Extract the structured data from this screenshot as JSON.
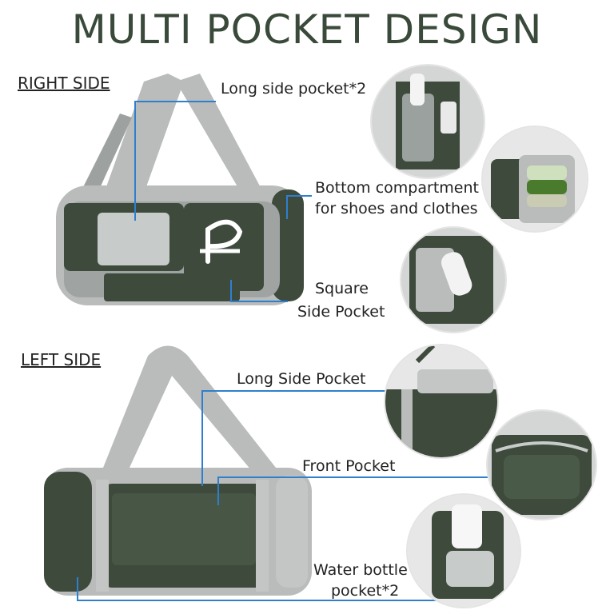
{
  "title": "MULTI POCKET DESIGN",
  "sections": {
    "right": "RIGHT SIDE",
    "left": "LEFT SIDE"
  },
  "labels": {
    "long_side_pocket_2": "Long side pocket*2",
    "bottom_compartment_1": "Bottom compartment",
    "bottom_compartment_2": "for shoes and clothes",
    "square_1": "Square",
    "square_2": "Side Pocket",
    "long_side_pocket": "Long Side Pocket",
    "front_pocket": "Front Pocket",
    "water_bottle_1": "Water bottle",
    "water_bottle_2": "pocket*2"
  },
  "colors": {
    "title": "#3a4a3a",
    "accent_line": "#2f7fcf",
    "bag_dark": "#3e4a3c",
    "bag_light": "#b9bcbb"
  }
}
